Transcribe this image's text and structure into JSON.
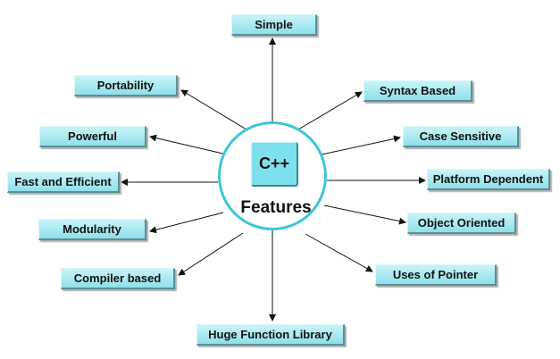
{
  "center": {
    "title": "C++",
    "subtitle": "Features"
  },
  "features": {
    "simple": "Simple",
    "portability": "Portability",
    "syntax_based": "Syntax Based",
    "powerful": "Powerful",
    "case_sensitive": "Case Sensitive",
    "fast_efficient": "Fast and Efficient",
    "platform_dependent": "Platform Dependent",
    "modularity": "Modularity",
    "object_oriented": "Object Oriented",
    "compiler_based": "Compiler based",
    "uses_of_pointer": "Uses of Pointer",
    "huge_function_library": "Huge Function Library"
  },
  "colors": {
    "circle_border": "#3cc6d6",
    "box_fill": "#8fe0ea",
    "arrow": "#111111"
  }
}
